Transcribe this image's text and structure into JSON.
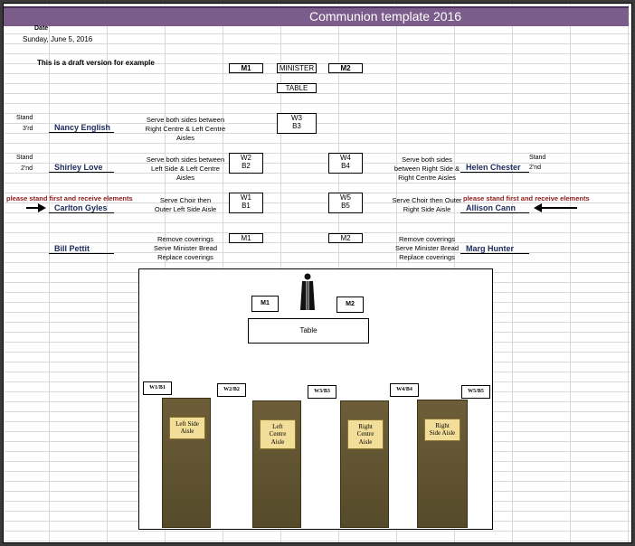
{
  "title": "Communion template 2016",
  "date_label": "Date",
  "date_value": "Sunday, June 5, 2016",
  "draft_note": "This is a draft version for example",
  "top_boxes": {
    "m1": "M1",
    "minister": "MINISTER",
    "m2": "M2",
    "table": "TABLE",
    "w3b3": [
      "W3",
      "B3"
    ]
  },
  "rows": {
    "third": {
      "stand": "Stand",
      "ord": "3'rd",
      "left_name": "Nancy English",
      "left_instr": [
        "Serve both sides between",
        "Right Centre & Left Centre",
        "Aisles"
      ]
    },
    "second": {
      "stand": "Stand",
      "ord": "2'nd",
      "left_name": "Shirley Love",
      "left_instr": [
        "Serve both sides between",
        "Left Side & Left Centre",
        "Aisles"
      ],
      "left_box": [
        "W2",
        "B2"
      ],
      "right_box": [
        "W4",
        "B4"
      ],
      "right_instr": [
        "Serve both sides",
        "between Right Side &",
        "Right Centre Aisles"
      ],
      "right_name": "Helen Chester",
      "right_stand": "Stand",
      "right_ord": "2'nd"
    },
    "first": {
      "left_note": "please stand first and receive elements",
      "left_name": "Carlton Gyles",
      "left_instr": [
        "Serve Choir then",
        "Outer Left Side Aisle"
      ],
      "left_box": [
        "W1",
        "B1"
      ],
      "right_box": [
        "W5",
        "B5"
      ],
      "right_instr": [
        "Serve Choir then Outer",
        "Right Side Aisle"
      ],
      "right_note": "please stand first and receive elements",
      "right_name": "Allison Cann"
    },
    "ministers": {
      "left_name": "Bill Pettit",
      "left_box": "M1",
      "left_instr": [
        "Remove coverings",
        "Serve Minister Bread",
        "Replace coverings"
      ],
      "right_box": "M2",
      "right_instr": [
        "Remove coverings",
        "Serve Minister Bread",
        "Replace coverings"
      ],
      "right_name": "Marg Hunter"
    }
  },
  "diagram": {
    "m1": "M1",
    "m2": "M2",
    "table": "Table",
    "wb_labels": [
      "W1/B1",
      "W2/B2",
      "W3/B3",
      "W4/B4",
      "W5/B5"
    ],
    "aisles": [
      [
        "Left Side",
        "Aisle"
      ],
      [
        "Left",
        "Centre",
        "Aisle"
      ],
      [
        "Right",
        "Centre",
        "Aisle"
      ],
      [
        "Right",
        "Side Aisle"
      ]
    ]
  },
  "colors": {
    "title_bar": "#7c5c8a",
    "name_text": "#1b2a5c",
    "note_text": "#8b1a1a",
    "aisle_fill": "#6d5e38",
    "aisle_label": "#f2de98"
  }
}
